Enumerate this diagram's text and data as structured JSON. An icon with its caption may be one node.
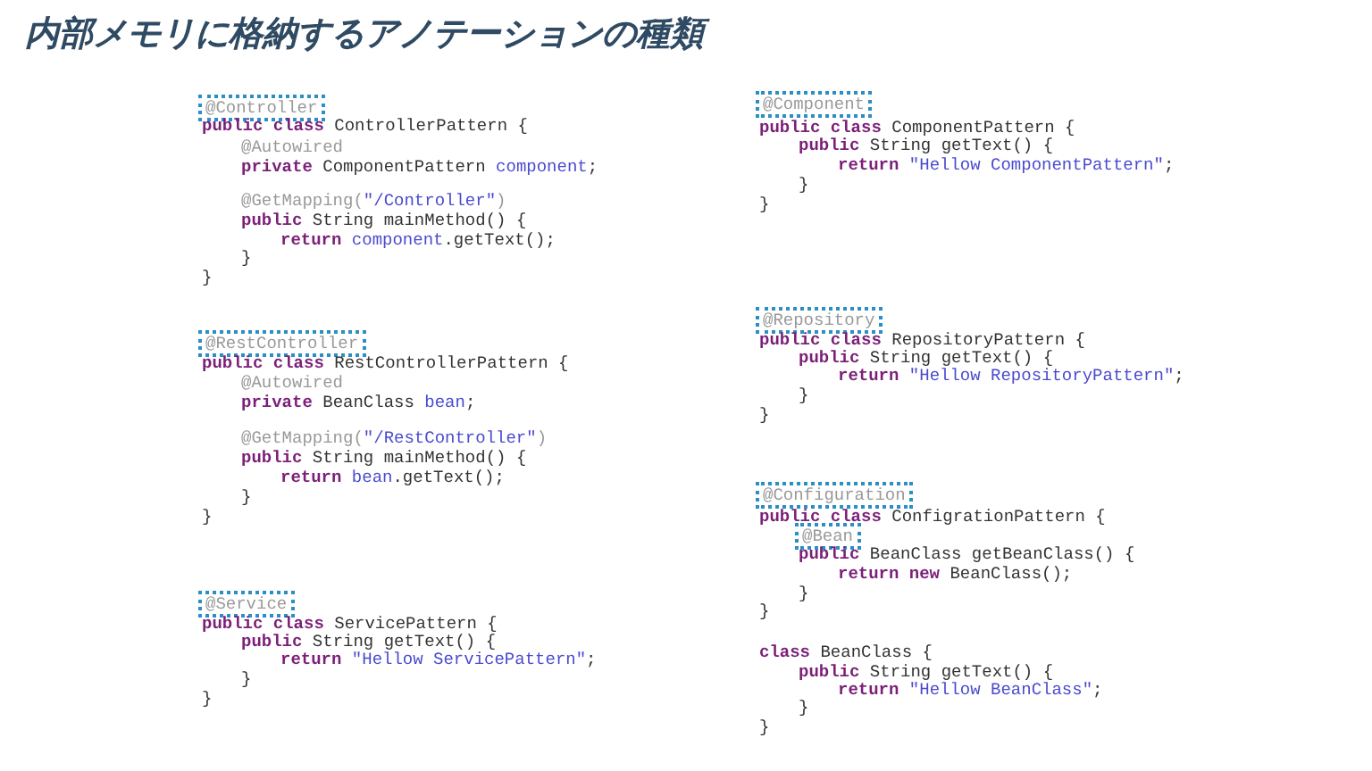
{
  "diagram": {
    "title": "内部メモリに格納するアノテーションの種類",
    "nodes": [
      {
        "text": [
          "@Controller"
        ]
      },
      {
        "text": [
          "@RestController"
        ]
      },
      {
        "text": [
          "@Service"
        ]
      },
      {
        "text": [
          "@Component"
        ]
      },
      {
        "text": [
          "@Repository"
        ]
      },
      {
        "text": [
          "@Configuration"
        ]
      },
      {
        "text": [
          "@Bean"
        ]
      }
    ],
    "labels": [
      "**public class** ControllerPattern {",
      "@Autowired",
      "**private** ComponentPattern *component*;",
      "@GetMapping(*\"/Controller\"*)",
      "**public** String mainMethod() {",
      "**return** *component*.getText();",
      "}",
      "}",
      "**public class** RestControllerPattern {",
      "@Autowired",
      "**private** BeanClass *bean*;",
      "@GetMapping(*\"/RestController\"*)",
      "**public** String mainMethod() {",
      "**return** *bean*.getText();",
      "}",
      "}",
      "**public class** ServicePattern {",
      "**public** String getText() {",
      "**return** *\"Hellow ServicePattern\"*;",
      "}",
      "}",
      "**public class** ComponentPattern {",
      "**public** String getText() {",
      "**return** *\"Hellow ComponentPattern\"*;",
      "}",
      "}",
      "**public class** RepositoryPattern {",
      "**public** String getText() {",
      "**return** *\"Hellow RepositoryPattern\"*;",
      "}",
      "}",
      "**public class** ConfigrationPattern {",
      "**public** BeanClass getBeanClass() {",
      "**return new** BeanClass();",
      "}",
      "}",
      "**class** BeanClass {",
      "**public** String getText() {",
      "**return** *\"Hellow BeanClass\"*;",
      "}",
      "}"
    ]
  }
}
